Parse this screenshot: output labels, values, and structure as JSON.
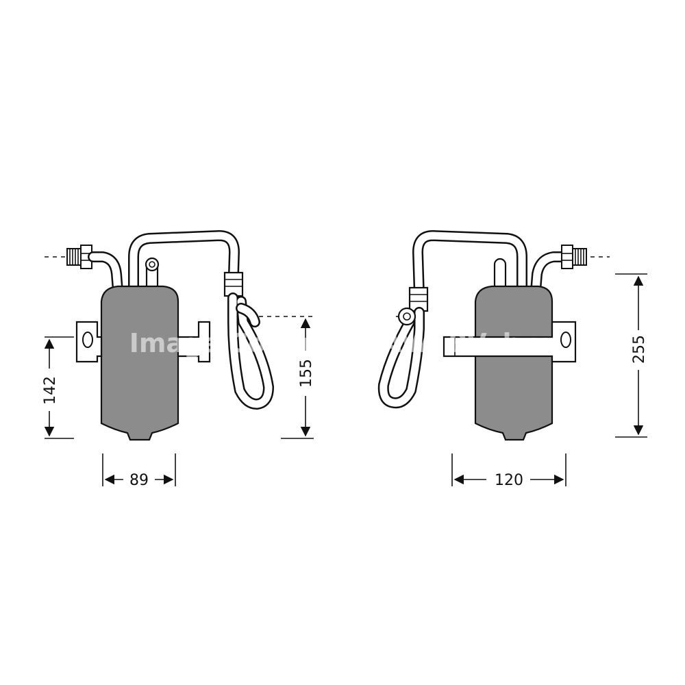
{
  "dimensions": {
    "left_height": "142",
    "left_width": "89",
    "left_pipe_height": "155",
    "right_width": "120",
    "right_height": "255"
  },
  "watermark": "Image Copyright AVA BV. b.v.",
  "colors": {
    "body_fill": "#8c8c8c",
    "line": "#111111",
    "background": "#ffffff"
  }
}
